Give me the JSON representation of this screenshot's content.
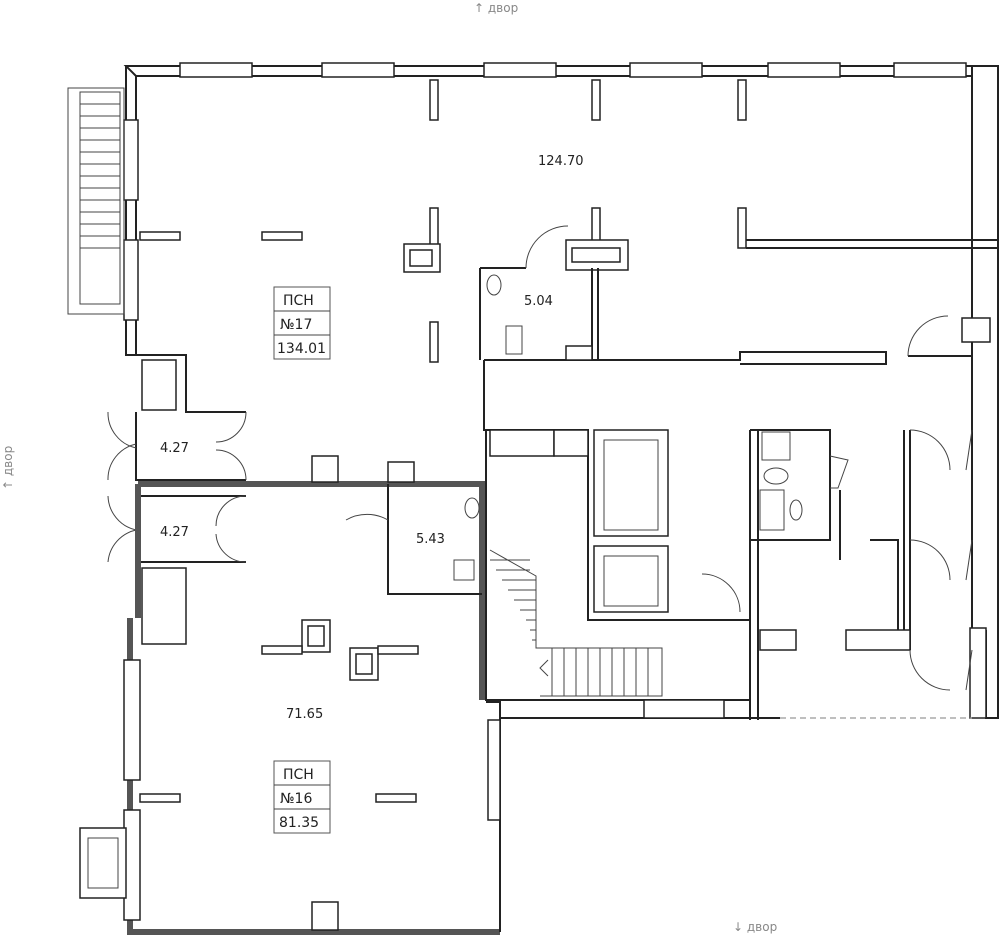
{
  "directions": {
    "top": "↑ двор",
    "left": "↑ двор",
    "bottom": "↓ двор"
  },
  "units": [
    {
      "type": "ПСН",
      "number": "№17",
      "area": "134.01"
    },
    {
      "type": "ПСН",
      "number": "№16",
      "area": "81.35"
    }
  ],
  "rooms": [
    {
      "area": "124.70"
    },
    {
      "area": "5.04"
    },
    {
      "area": "4.27"
    },
    {
      "area": "4.27"
    },
    {
      "area": "5.43"
    },
    {
      "area": "71.65"
    }
  ]
}
